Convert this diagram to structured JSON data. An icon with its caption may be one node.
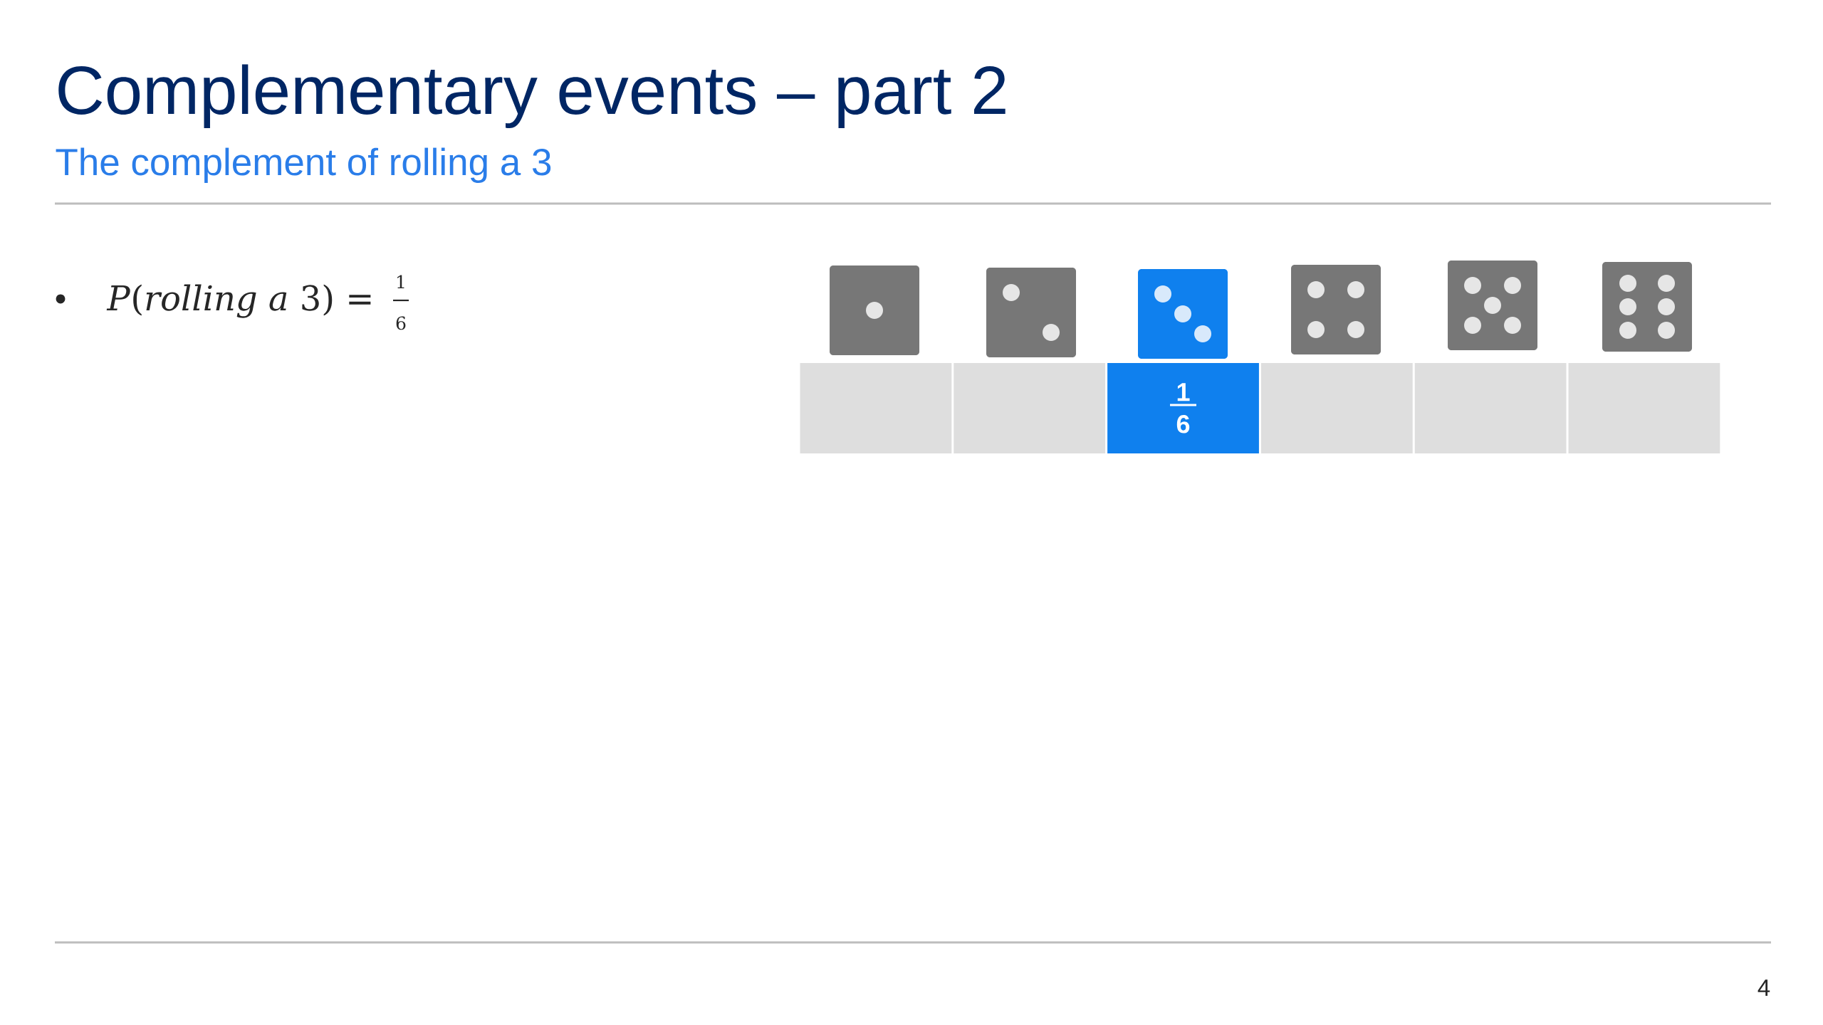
{
  "diagram": {
    "title": "Complementary events – part 2",
    "nodes": [
      {
        "text": [],
        "shape": "box"
      },
      {
        "text": [],
        "shape": "box"
      },
      {
        "text": [
          "1",
          "6"
        ]
      },
      {
        "text": [],
        "shape": "box"
      },
      {
        "text": [],
        "shape": "box"
      },
      {
        "text": [],
        "shape": "box"
      }
    ],
    "labels": [
      "The complement of rolling a 3",
      "*P*(*rolling a* 3) =",
      "1",
      "6",
      "4"
    ]
  }
}
